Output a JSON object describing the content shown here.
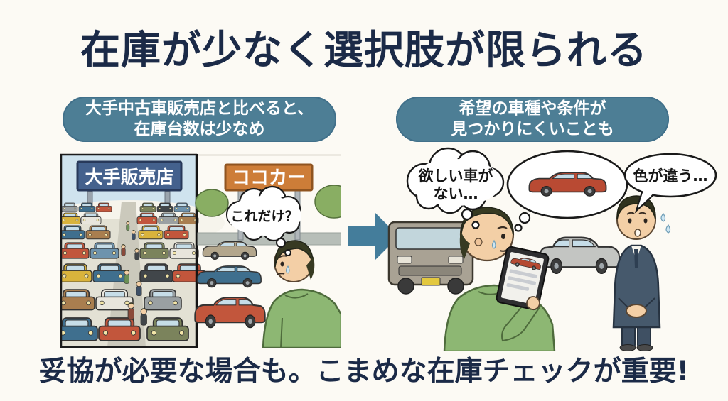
{
  "page": {
    "background_color": "#fcfaf4",
    "title": "在庫が少なく選択肢が限られる",
    "title_color": "#1b2a47",
    "footer_text": "妥協が必要な場合も。こまめな在庫チェックが重要!",
    "accent_teal": "#4d7e95",
    "arrow_color": "#447d9b"
  },
  "left_section": {
    "header_line1": "大手中古車販売店と比べると、",
    "header_line2": "在庫台数は少なめ",
    "big_dealer_sign_label": "大手販売店",
    "big_dealer_sign_color": "#44618d",
    "coco_car_sign_label": "ココカー",
    "coco_car_sign_color": "#cd7d38",
    "customer_thought": "これだけ？"
  },
  "right_section": {
    "header_line1": "希望の車種や条件が",
    "header_line2": "見つかりにくいことも",
    "thought_no_car_line1": "欲しい車が",
    "thought_no_car_line2": "ない…",
    "speech_wrong_color": "色が違う…"
  }
}
